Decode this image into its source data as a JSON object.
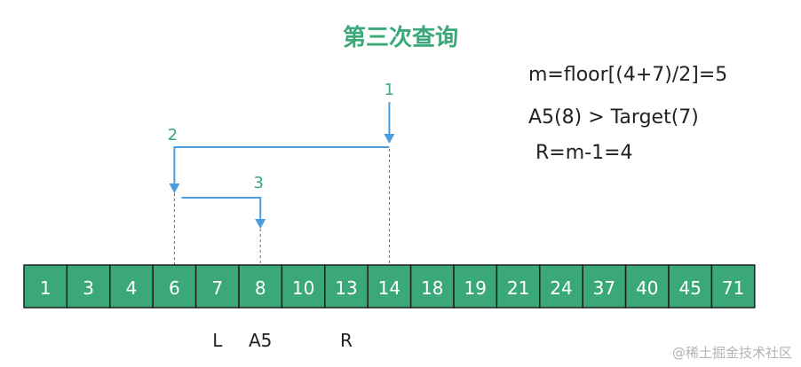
{
  "title": "第三次查询",
  "formulas": [
    "m=floor[(4+7)/2]=5",
    "A5(8) > Target(7)",
    "R=m-1=4"
  ],
  "array": [
    1,
    3,
    4,
    6,
    7,
    8,
    10,
    13,
    14,
    18,
    19,
    21,
    24,
    37,
    40,
    45,
    71
  ],
  "step_labels": [
    "1",
    "2",
    "3"
  ],
  "pointers": [
    {
      "label": "L",
      "index": 4
    },
    {
      "label": "A5",
      "index": 5
    },
    {
      "label": "R",
      "index": 7
    }
  ],
  "colors": {
    "cell_fill": "#3aa878",
    "cell_border": "#1e1e1e",
    "cell_text": "#ffffff",
    "arrow": "#4a9ee0",
    "step_text": "#3aa878",
    "dashed": "#666666"
  },
  "watermark": "@稀土掘金技术社区"
}
